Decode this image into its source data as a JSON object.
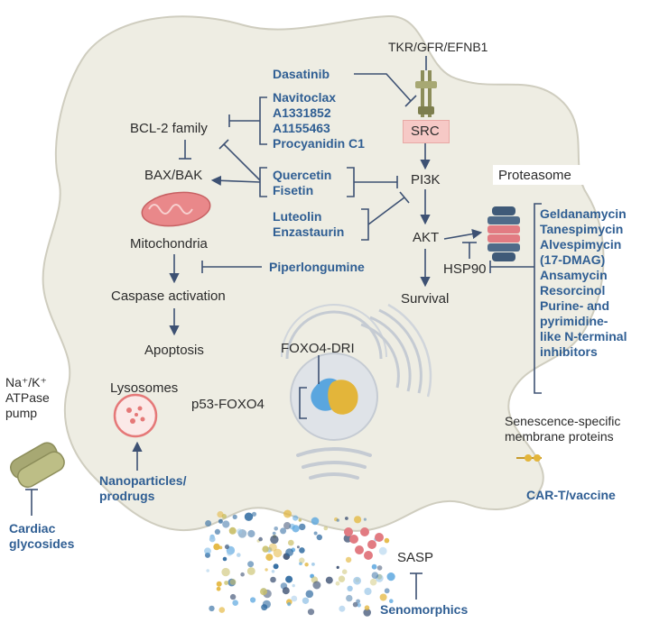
{
  "colors": {
    "cell_fill": "#eeede3",
    "cell_stroke": "#cfcdbf",
    "drug_text": "#2f5e93",
    "src_box": "#f6c9c6",
    "mitochondria": "#e9888a",
    "lysosome": "#e57878",
    "nucleus": "#c5cbd3",
    "nucleoli_blue": "#5aa6df",
    "nucleoli_yellow": "#e3b53a",
    "arrow": "#3d5173"
  },
  "labels": {
    "receptor": "TKR/GFR/EFNB1",
    "src": "SRC",
    "pi3k": "PI3K",
    "akt": "AKT",
    "hsp90": "HSP90",
    "survival": "Survival",
    "proteasome": "Proteasome",
    "bcl2": "BCL-2 family",
    "baxbak": "BAX/BAK",
    "mitochondria": "Mitochondria",
    "caspase": "Caspase activation",
    "apoptosis": "Apoptosis",
    "lysosomes": "Lysosomes",
    "foxo4dri": "FOXO4-DRI",
    "p53foxo4": "p53-FOXO4",
    "pump": [
      "Na⁺/K⁺",
      "ATPase",
      "pump"
    ],
    "membrane_proteins": [
      "Senescence-specific",
      "membrane proteins"
    ],
    "sasp": "SASP"
  },
  "drugs": {
    "dasatinib": "Dasatinib",
    "bcl2_inhibitors": [
      "Navitoclax",
      "A1331852",
      "A1155463",
      "Procyanidin C1"
    ],
    "quercetin_fisetin": [
      "Quercetin",
      "Fisetin"
    ],
    "luteolin_enzastaurin": [
      "Luteolin",
      "Enzastaurin"
    ],
    "piperlongumine": "Piperlongumine",
    "hsp90_inhibitors": [
      "Geldanamycin",
      "Tanespimycin",
      "Alvespimycin",
      "(17-DMAG)",
      "Ansamycin",
      "Resorcinol",
      "Purine- and",
      "pyrimidine-",
      "like N-terminal",
      "inhibitors"
    ],
    "nanoparticles": [
      "Nanoparticles/",
      "prodrugs"
    ],
    "cardiac": [
      "Cardiac",
      "glycosides"
    ],
    "cart": "CAR-T/vaccine",
    "senomorphics": "Senomorphics"
  }
}
